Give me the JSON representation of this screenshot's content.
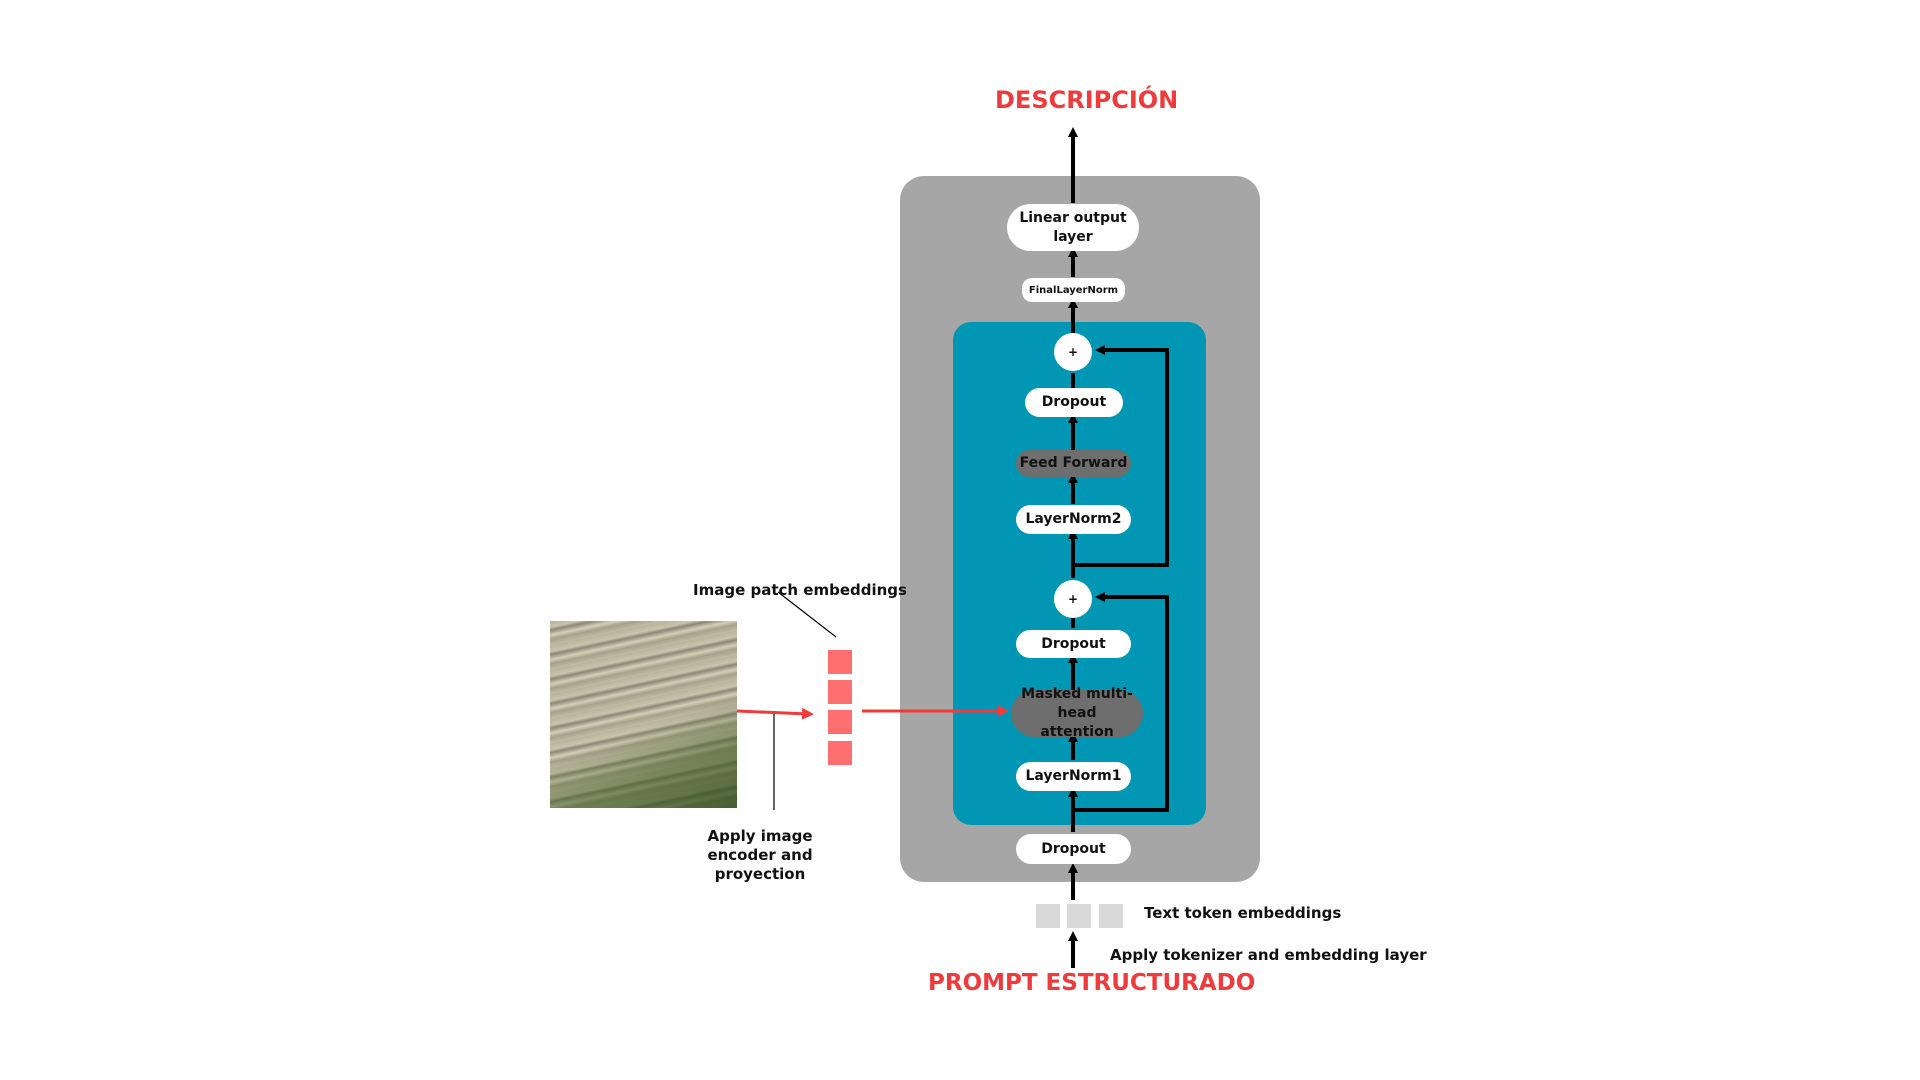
{
  "title_top": "DESCRIPCIÓN",
  "title_bottom": "PROMPT ESTRUCTURADO",
  "decoder": {
    "linear_output": "Linear  output layer",
    "final_layernorm": "FinalLayerNorm",
    "block": {
      "plus_top": "+",
      "dropout_top": "Dropout",
      "feed_forward": "Feed Forward",
      "layernorm2": "LayerNorm2",
      "plus_bottom": "+",
      "dropout_mid": "Dropout",
      "attention": "Masked multi-head attention",
      "layernorm1": "LayerNorm1"
    },
    "dropout_input": "Dropout"
  },
  "labels": {
    "image_patch_embeddings": "Image patch   embeddings",
    "apply_image_encoder": "Apply image encoder and proyection",
    "text_token_embeddings": "Text token embeddings",
    "apply_tokenizer": "Apply tokenizer and embedding layer"
  },
  "colors": {
    "accent_red": "#ef3b3b",
    "teal": "#0096b4",
    "gray_panel": "#a6a6a6",
    "patch": "#ff6f6f",
    "token": "#d9d9d9",
    "dark_pill": "#6e6e6e"
  }
}
